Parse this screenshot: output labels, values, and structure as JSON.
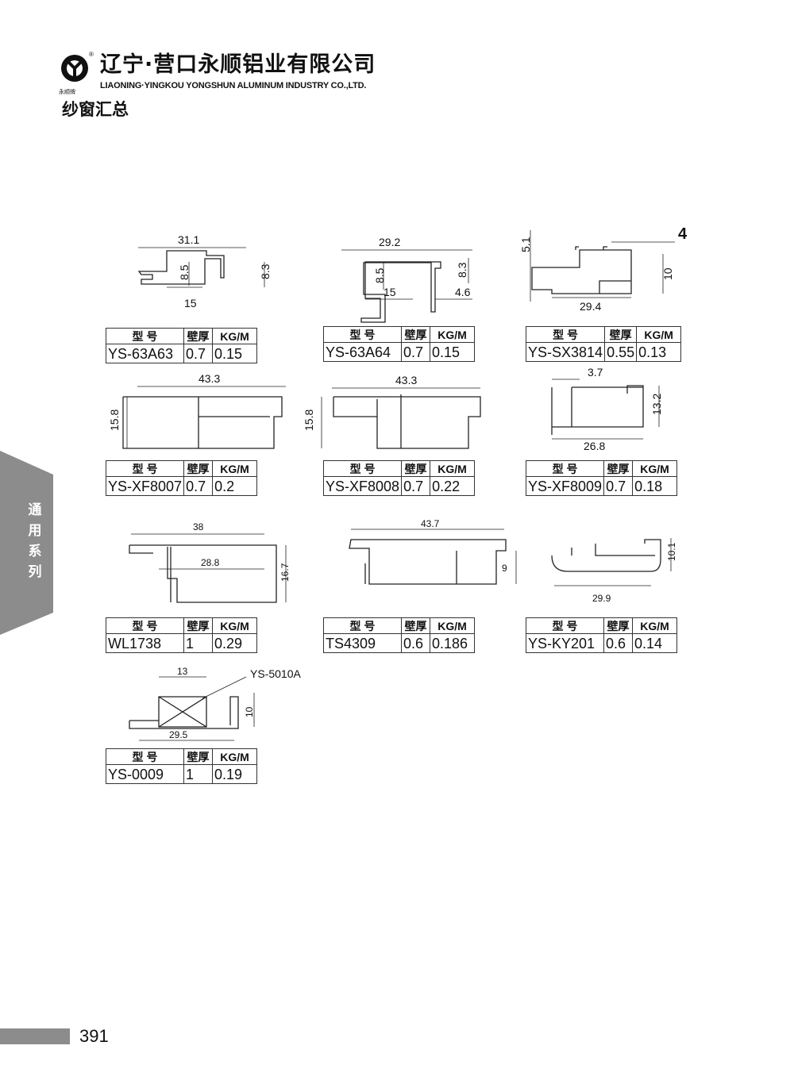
{
  "header": {
    "company_cn": "辽宁·营口永顺铝业有限公司",
    "company_en": "LIAONING·YINGKOU YONGSHUN ALUMINUM INDUSTRY CO.,LTD.",
    "brand": "永顺牌",
    "registered": "®",
    "section_title": "纱窗汇总"
  },
  "side_tab": "通用系列",
  "page_number": "391",
  "table_headers": {
    "model": "型 号",
    "thickness": "壁厚",
    "weight": "KG/M"
  },
  "profiles": [
    {
      "model": "YS-63A63",
      "thickness": "0.7",
      "weight": "0.15",
      "dims": [
        "31.1",
        "8.5",
        "8.3",
        "15"
      ]
    },
    {
      "model": "YS-63A64",
      "thickness": "0.7",
      "weight": "0.15",
      "dims": [
        "29.2",
        "8.5",
        "8.3",
        "15",
        "4.6"
      ]
    },
    {
      "model": "YS-SX3814",
      "thickness": "0.55",
      "weight": "0.13",
      "dims": [
        "5.1",
        "4",
        "10",
        "29.4"
      ]
    },
    {
      "model": "YS-XF8007",
      "thickness": "0.7",
      "weight": "0.2",
      "dims": [
        "43.3",
        "15.8"
      ]
    },
    {
      "model": "YS-XF8008",
      "thickness": "0.7",
      "weight": "0.22",
      "dims": [
        "43.3",
        "15.8"
      ]
    },
    {
      "model": "YS-XF8009",
      "thickness": "0.7",
      "weight": "0.18",
      "dims": [
        "3.7",
        "13.2",
        "26.8"
      ]
    },
    {
      "model": "WL1738",
      "thickness": "1",
      "weight": "0.29",
      "dims": [
        "38",
        "28.8",
        "16.7"
      ]
    },
    {
      "model": "TS4309",
      "thickness": "0.6",
      "weight": "0.186",
      "dims": [
        "43.7",
        "9"
      ]
    },
    {
      "model": "YS-KY201",
      "thickness": "0.6",
      "weight": "0.14",
      "dims": [
        "10.1",
        "29.9"
      ]
    },
    {
      "model": "YS-0009",
      "thickness": "1",
      "weight": "0.19",
      "dims": [
        "13",
        "10",
        "29.5"
      ],
      "callout": "YS-5010A"
    }
  ]
}
